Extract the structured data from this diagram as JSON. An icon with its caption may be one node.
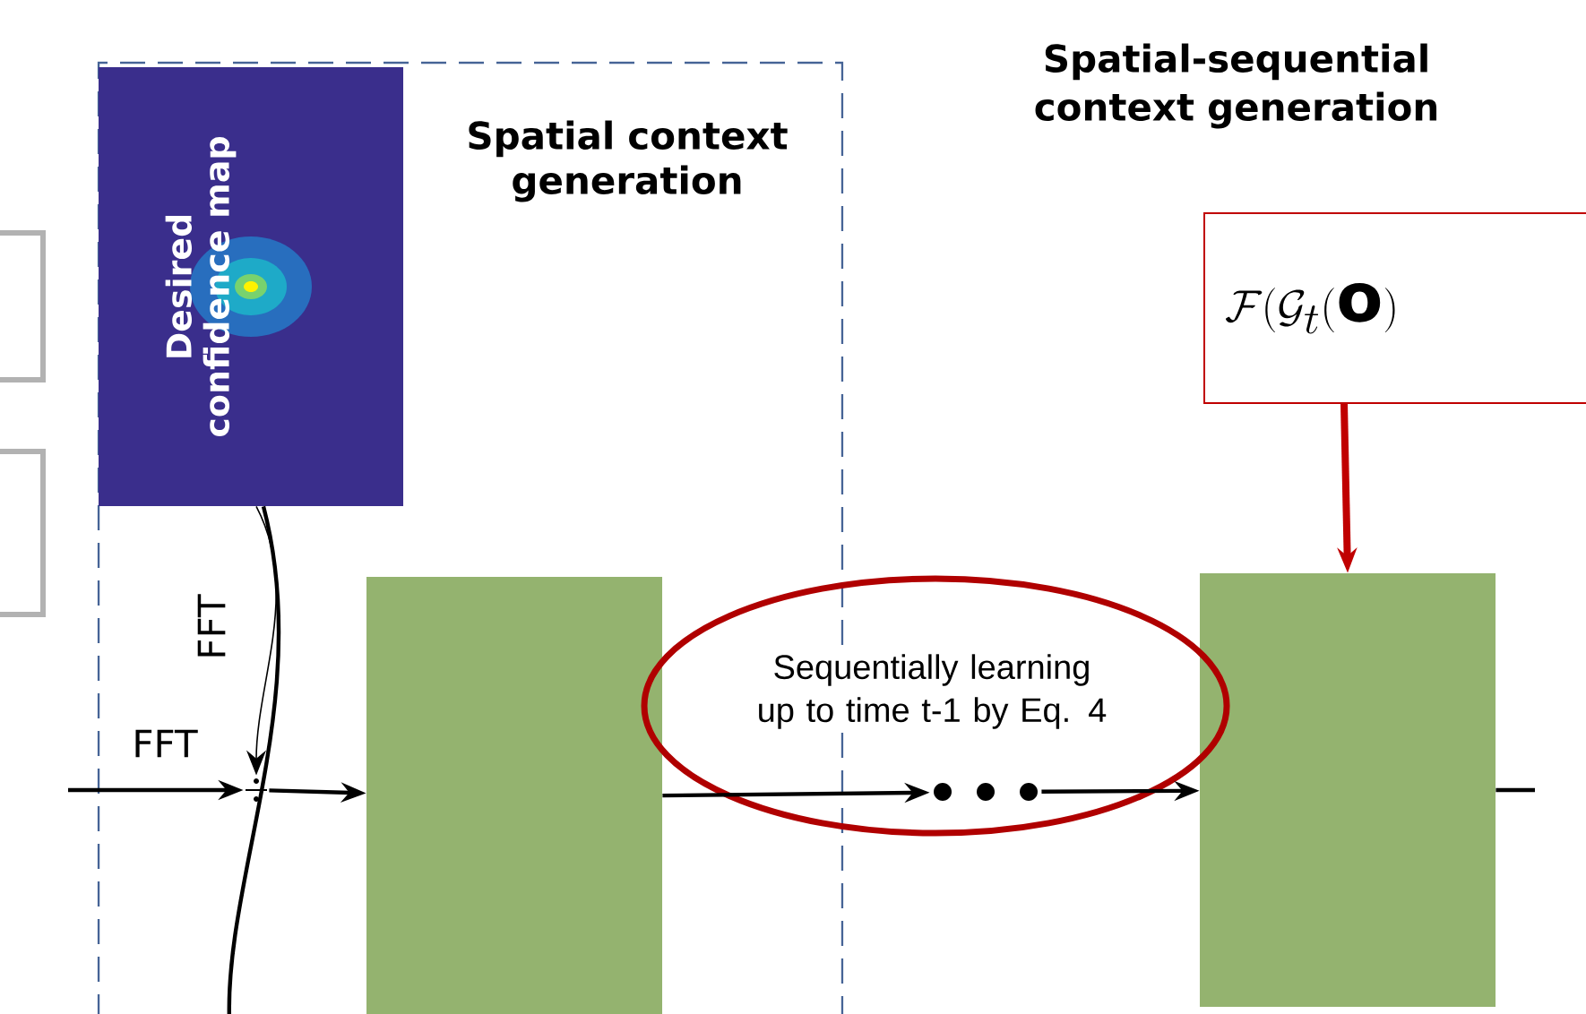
{
  "diagram": {
    "nodes": [
      {
        "text": [
          "Spatial context generation"
        ]
      },
      {
        "text": [
          "Desired confidence map"
        ],
        "in": 0
      },
      {
        "text": [],
        "shape": "box",
        "in": 0
      },
      {
        "text": [],
        "shape": "box"
      },
      {
        "text": [
          "\\mathcal{F}(\\mathcal{G}_t(\\mathbf{o})"
        ]
      },
      {
        "text": [
          "Sequentially learning up to time t-1 by Eq. 4"
        ]
      },
      {
        "text": [],
        "shape": "dots",
        "in": 5
      },
      {
        "text": [],
        "shape": "symbol",
        "in": 0
      }
    ],
    "edges": [
      {
        "from": null,
        "to": 7,
        "arrow": "to",
        "label": "FFT"
      },
      {
        "from": 1,
        "to": 7,
        "arrow": "to",
        "label": "FFT"
      },
      {
        "from": 1,
        "to": null,
        "arrow": "none"
      },
      {
        "from": 7,
        "to": 2,
        "arrow": "to"
      },
      {
        "from": 2,
        "to": 6,
        "arrow": "to"
      },
      {
        "from": 6,
        "to": 3,
        "arrow": "to"
      },
      {
        "from": 4,
        "to": 3,
        "arrow": "to",
        "style": "thick",
        "color": "#c00000"
      },
      {
        "from": 3,
        "to": null,
        "arrow": "none"
      }
    ],
    "labels": [
      "Spatial-sequential context generation"
    ]
  }
}
